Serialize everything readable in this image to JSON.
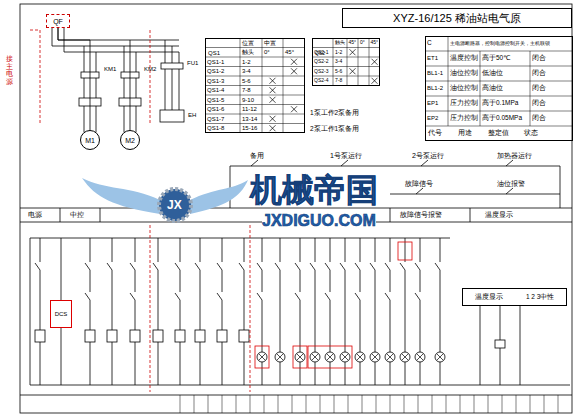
{
  "diagram": {
    "title": "XYZ-16/125 稀油站电气原",
    "nodes": [
      {
        "text": [
          "QF"
        ]
      },
      {
        "text": [
          "M1"
        ]
      },
      {
        "text": [
          "M2"
        ]
      },
      {
        "text": [
          "QS1"
        ]
      },
      {
        "text": [
          "QS2"
        ]
      },
      {
        "text": [
          "代号 用途 整定值 状态"
        ]
      },
      {
        "text": [
          "DCS"
        ]
      },
      {
        "text": [
          "温度显示",
          "1 2 3中性"
        ]
      }
    ],
    "edges": [
      {
        "from": 0,
        "to": 1,
        "arrow": "none"
      },
      {
        "from": 0,
        "to": 2,
        "arrow": "none"
      }
    ],
    "labels": [
      "位置",
      "中置",
      "触头",
      "0°",
      "45°",
      "QS1-1",
      "1-2",
      "QS1-2",
      "3-4",
      "QS1-3",
      "5-6",
      "QS1-4",
      "7-8",
      "QS1-5",
      "9-10",
      "QS1-6",
      "11-12",
      "QS1-7",
      "13-14",
      "QS1-8",
      "15-16",
      "触头",
      "45°",
      "0°",
      "45°",
      "QS2-1",
      "1-2",
      "QS2-2",
      "3-4",
      "QS2-3",
      "5-6",
      "QS2-4",
      "7-8",
      "1泵工作2泵备用",
      "2泵工作1泵备用",
      "C",
      "主电源断路器，控制电源控制开关，主机联锁",
      "ET1",
      "温度控制",
      "高于50℃",
      "闭合",
      "BL1-1",
      "油位控制",
      "低油位",
      "闭合",
      "BL1-2",
      "油位控制",
      "高油位",
      "闭合",
      "EP1",
      "压力控制",
      "高于0.1MPa",
      "闭合",
      "EP2",
      "压力控制",
      "高于0.05MPa",
      "闭合",
      "备用",
      "1号泵运行",
      "2号泵运行",
      "加热器运行",
      "故障信号",
      "油位报警",
      "电源",
      "中控",
      "故障信号报警",
      "温度显示",
      "KM1",
      "KM2",
      "FU1",
      "EH",
      "JX",
      "机械帝国",
      "JXDIGUO.COM",
      "接主电源"
    ]
  }
}
